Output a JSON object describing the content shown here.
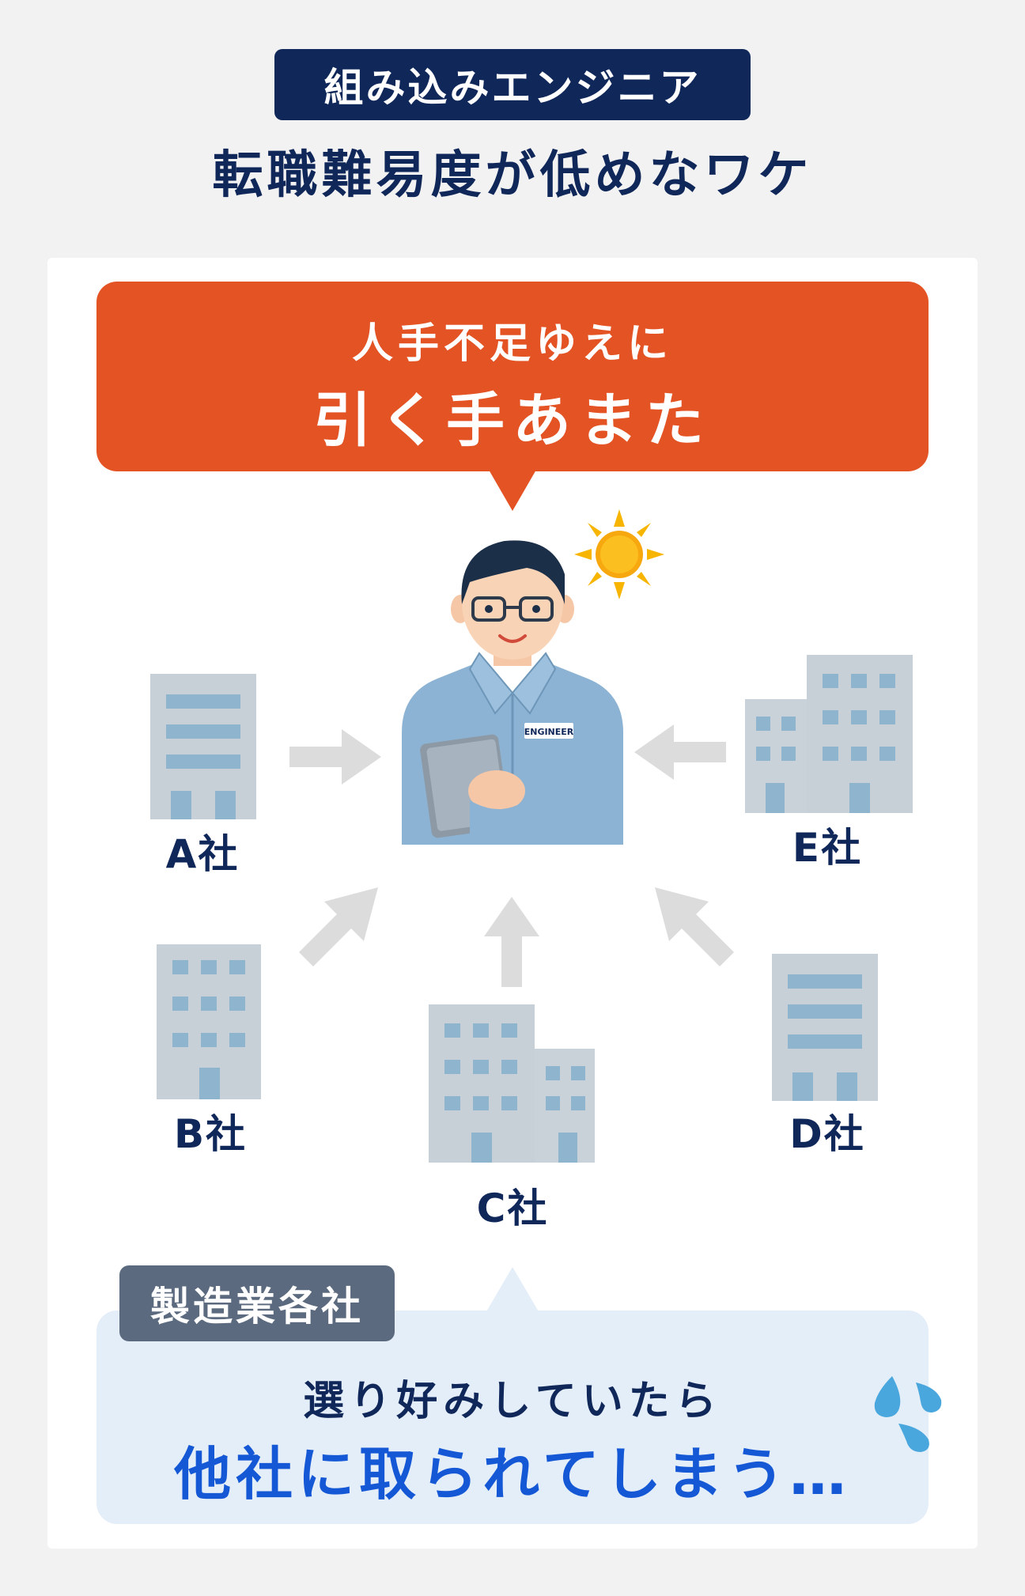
{
  "header": {
    "tag": "組み込みエンジニア",
    "title": "転職難易度が低めなワケ"
  },
  "top_bubble": {
    "line1": "人手不足ゆえに",
    "line2": "引く手あまた"
  },
  "engineer": {
    "badge": "ENGINEER"
  },
  "companies": {
    "a": "A社",
    "b": "B社",
    "c": "C社",
    "d": "D社",
    "e": "E社"
  },
  "bottom_bubble": {
    "tag": "製造業各社",
    "line1": "選り好みしていたら",
    "line2": "他社に取られてしまう…"
  },
  "colors": {
    "navy": "#10275a",
    "orange": "#e35323",
    "blue_text": "#1558d6",
    "bubble_blue": "#e4eef9",
    "building": "#c6d0d6",
    "window": "#8fb4cd",
    "arrow": "#dcdcdc",
    "shirt": "#8cb3d3"
  }
}
